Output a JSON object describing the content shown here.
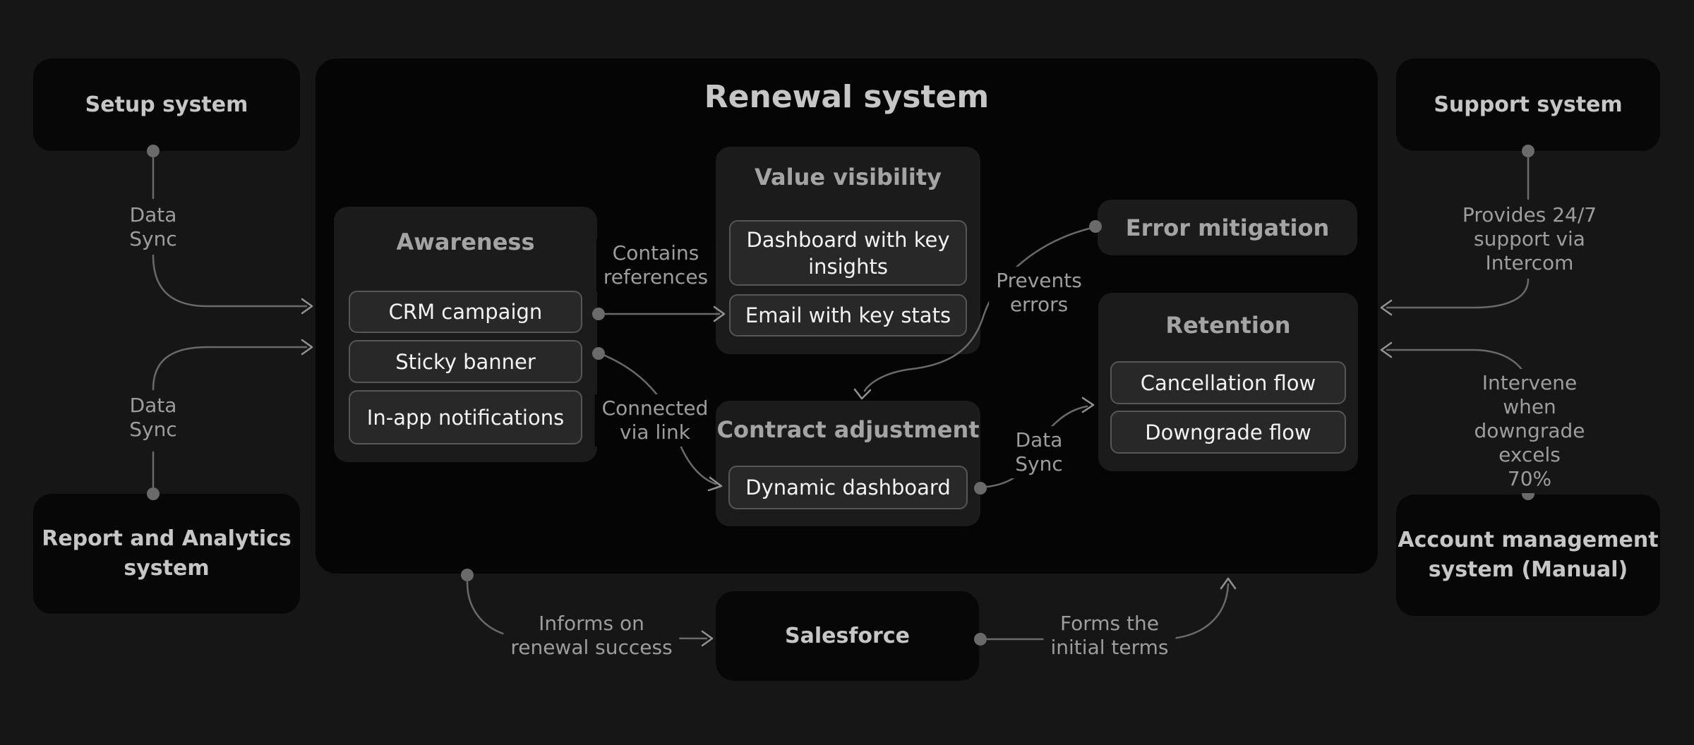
{
  "colors": {
    "page_bg": "#161616",
    "node_bg": "#070707",
    "renewal_container_bg": "#050505",
    "section_bg": "#1b1b1b",
    "chip_bg": "#282828",
    "chip_border": "#565656",
    "node_title_text": "#c6c6c6",
    "section_title_text": "#a4a4a4",
    "chip_text": "#f2f2f2",
    "label_text": "#9d9d9d",
    "wire": "#6a6a6a"
  },
  "systems": {
    "setup": {
      "title": "Setup system"
    },
    "renewal": {
      "title": "Renewal system"
    },
    "support": {
      "title": "Support system"
    },
    "report": {
      "title": "Report and Analytics\nsystem"
    },
    "account": {
      "title": "Account management\nsystem (Manual)"
    },
    "salesforce": {
      "title": "Salesforce"
    }
  },
  "sections": {
    "awareness": {
      "title": "Awareness",
      "items": [
        "CRM campaign",
        "Sticky banner",
        "In-app notifications"
      ]
    },
    "value_visibility": {
      "title": "Value visibility",
      "items": [
        "Dashboard with key\ninsights",
        "Email with key stats"
      ]
    },
    "contract_adjustment": {
      "title": "Contract adjustment",
      "items": [
        "Dynamic dashboard"
      ]
    },
    "error_mitigation": {
      "title": "Error mitigation"
    },
    "retention": {
      "title": "Retention",
      "items": [
        "Cancellation flow",
        "Downgrade flow"
      ]
    }
  },
  "labels": {
    "setup_data_sync": "Data\nSync",
    "report_data_sync": "Data\nSync",
    "contains_references": "Contains\nreferences",
    "connected_via_link": "Connected\nvia link",
    "prevents_errors": "Prevents\nerrors",
    "retention_data_sync": "Data\nSync",
    "provides_support": "Provides 24/7\nsupport via\nIntercom",
    "intervene_downgrade": "Intervene when\ndowngrade excels\n70%",
    "informs_renewal": "Informs on\nrenewal success",
    "forms_terms": "Forms the\ninitial terms"
  }
}
